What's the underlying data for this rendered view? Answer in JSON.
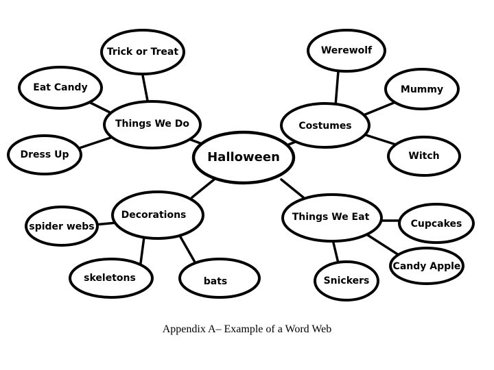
{
  "diagram": {
    "center": "Halloween",
    "branches": [
      {
        "id": "things-we-do",
        "label": "Things We Do",
        "children": [
          {
            "id": "trick-or-treat",
            "label": "Trick or Treat"
          },
          {
            "id": "eat-candy",
            "label": "Eat Candy"
          },
          {
            "id": "dress-up",
            "label": "Dress Up"
          }
        ]
      },
      {
        "id": "costumes",
        "label": "Costumes",
        "children": [
          {
            "id": "werewolf",
            "label": "Werewolf"
          },
          {
            "id": "mummy",
            "label": "Mummy"
          },
          {
            "id": "witch",
            "label": "Witch"
          }
        ]
      },
      {
        "id": "decorations",
        "label": "Decorations",
        "children": [
          {
            "id": "spider-webs",
            "label": "spider webs"
          },
          {
            "id": "skeletons",
            "label": "skeletons"
          },
          {
            "id": "bats",
            "label": "bats"
          }
        ]
      },
      {
        "id": "things-we-eat",
        "label": "Things We Eat",
        "children": [
          {
            "id": "cupcakes",
            "label": "Cupcakes"
          },
          {
            "id": "candy-apple",
            "label": "Candy Apple"
          },
          {
            "id": "snickers",
            "label": "Snickers"
          }
        ]
      }
    ]
  },
  "caption": "Appendix A– Example of a Word Web"
}
